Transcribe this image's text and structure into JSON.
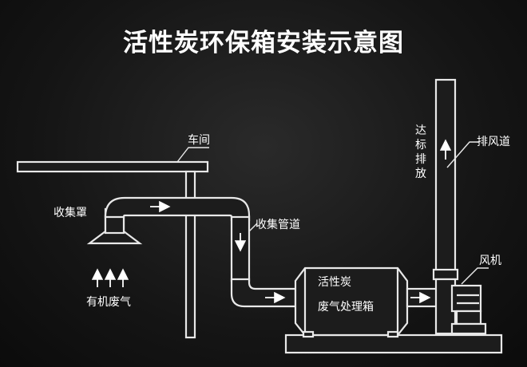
{
  "title": "活性炭环保箱安装示意图",
  "labels": {
    "workshop": "车间",
    "hood": "收集罩",
    "duct": "收集管道",
    "exhaust_text": [
      "达",
      "标",
      "排",
      "放"
    ],
    "exhaust_pipe": "排风道",
    "fan": "风机",
    "waste_gas": "有机废气",
    "box_line1": "活性炭",
    "box_line2": "废气处理箱"
  }
}
